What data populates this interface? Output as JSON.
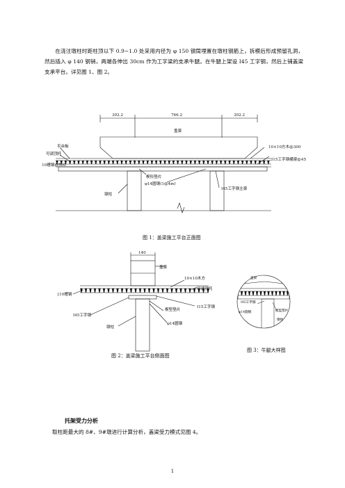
{
  "intro_paragraph": "在浇注墩柱时距柱顶以下 0.9~1.0 处采用内径为 φ 150 钢筒埋置在墩柱钢筋上，拆模后形成预留孔洞，然后插入 φ 140 钢销，两端各伸出 30cm 作为工字梁的支承牛腿。在牛腿上架设 I45 工字钢，然后上铺盖梁支承平台。详见图 1、图 2。",
  "figure1": {
    "dim_left": "302.2",
    "dim_middle": "766.2",
    "dim_right": "302.2",
    "label_cap_beam": "盖梁",
    "label_platform": "平台板",
    "label_adjustable": "可调顶托",
    "label_channel": "[10槽钢@500",
    "label_timber": "10×10方木@300",
    "label_crossbeam": "I15工字钢横梁@450",
    "label_wedge": "楔形垫片",
    "label_pin": "φ14圆钢(1@4m)",
    "label_main_beam": "I45工字钢主梁",
    "label_column": "墩柱",
    "caption": "图 1：盖梁施工平台正面图"
  },
  "figure2": {
    "dim_top": "140",
    "label_cap_beam": "盖梁",
    "label_timber": "10×10木方",
    "label_adjustable": "可调顶托",
    "label_channel": "[10槽钢",
    "label_i15": "I15工字钢",
    "label_wedge": "楔型垫片",
    "label_i45": "I45工字钢",
    "label_round": "φ14圆钢",
    "label_column": "墩柱",
    "caption": "图 2：盖梁施工平台侧面图"
  },
  "figure3": {
    "label_cap_beam": "盖梁",
    "label_i45": "I45工字钢",
    "label_pin": "φ14圆钢",
    "label_wedge": "楔型垫片",
    "label_column": "墩柱",
    "caption": "图 3：牛腿大样图"
  },
  "section_title": "托架受力分析",
  "bottom_paragraph": "取柱距最大的 8#、9#墩进行计算分析，盖梁受力模式见图 4。",
  "page_number": "1"
}
